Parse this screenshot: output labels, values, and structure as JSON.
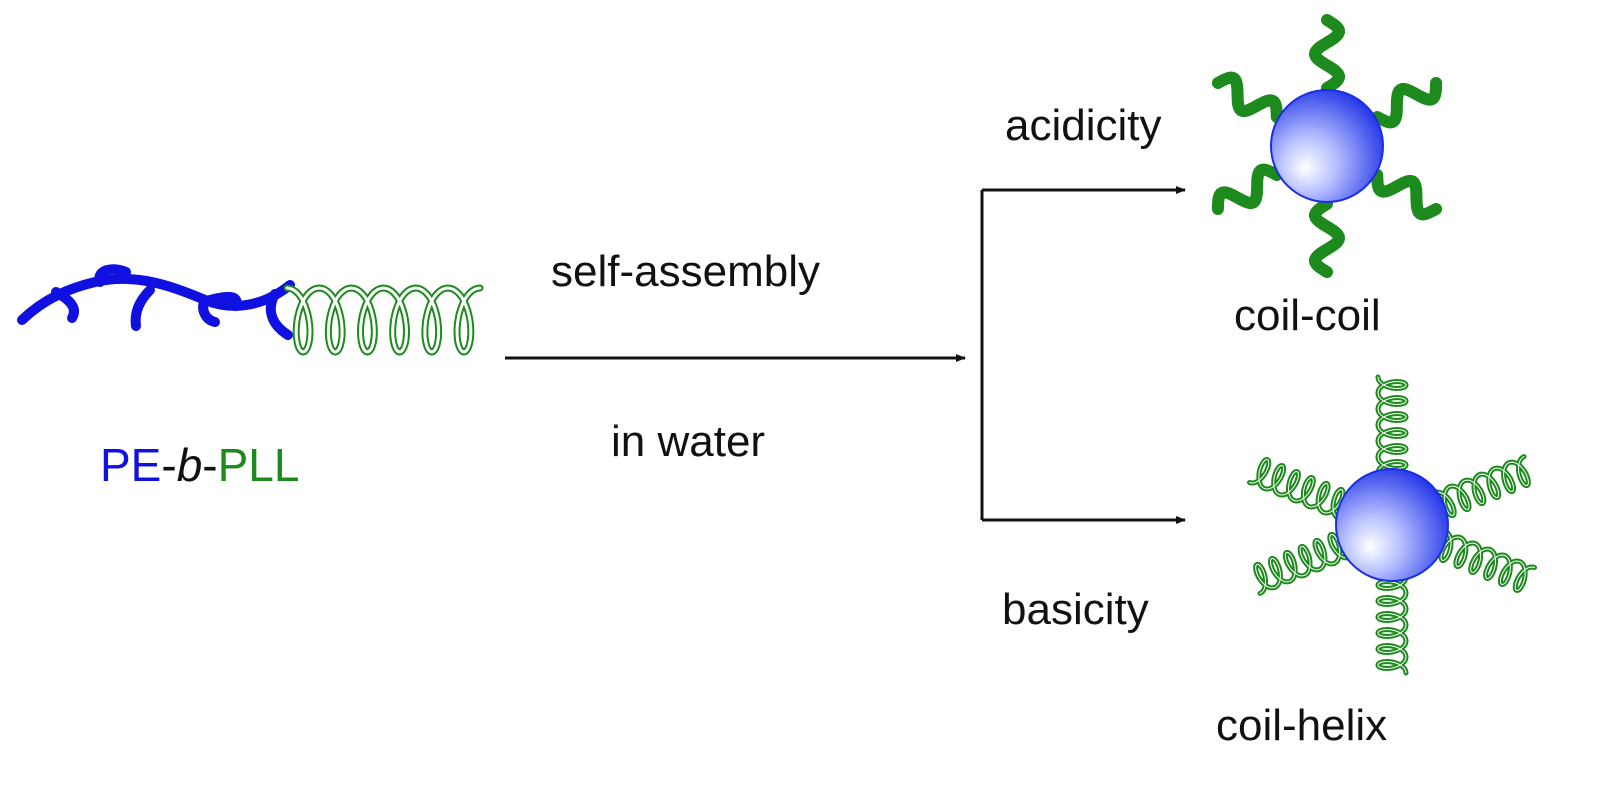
{
  "polymer": {
    "pe": "PE",
    "dash1": "-",
    "b": "b",
    "dash2": "-",
    "pll": "PLL"
  },
  "process": {
    "above_arrow": "self-assembly",
    "below_arrow": "in water"
  },
  "branches": {
    "top_condition": "acidicity",
    "bottom_condition": "basicity"
  },
  "products": {
    "top_label": "coil-coil",
    "bottom_label": "coil-helix"
  },
  "colors": {
    "pe_blue": "#1010e0",
    "pll_green": "#1d8a1d",
    "arrow": "#111111",
    "sphere_core": "#1a2ee6"
  }
}
